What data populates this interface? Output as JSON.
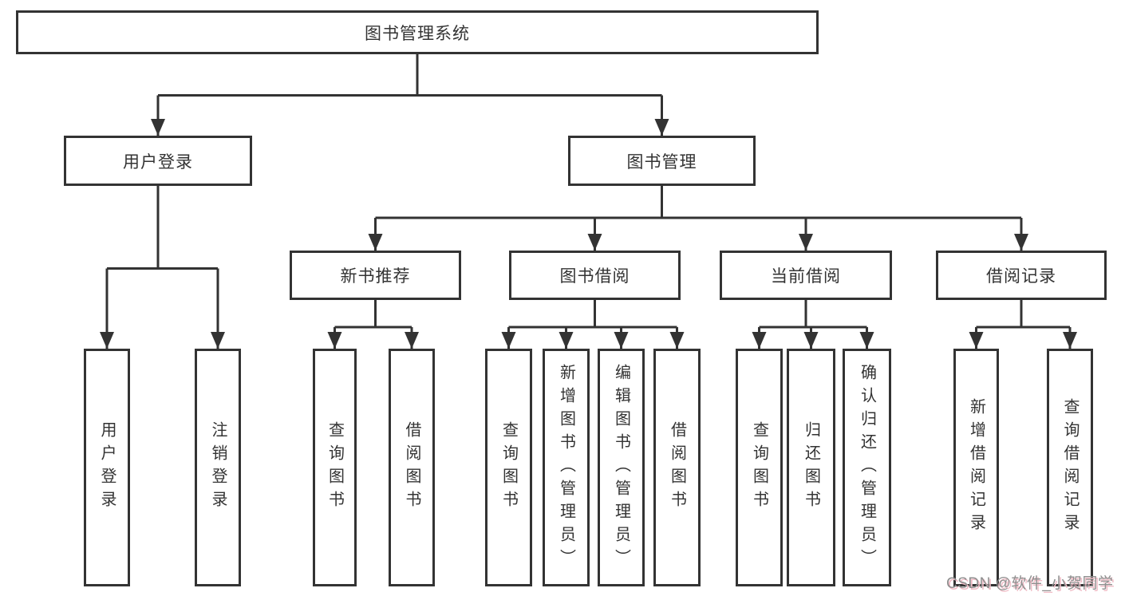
{
  "root": {
    "label": "图书管理系统"
  },
  "level2": [
    {
      "label": "用户登录"
    },
    {
      "label": "图书管理"
    }
  ],
  "level3": [
    {
      "label": "新书推荐",
      "parent": "图书管理"
    },
    {
      "label": "图书借阅",
      "parent": "图书管理"
    },
    {
      "label": "当前借阅",
      "parent": "图书管理"
    },
    {
      "label": "借阅记录",
      "parent": "图书管理"
    }
  ],
  "leaves": [
    {
      "label": "用户登录",
      "parent": "用户登录"
    },
    {
      "label": "注销登录",
      "parent": "用户登录"
    },
    {
      "label": "查询图书",
      "parent": "新书推荐"
    },
    {
      "label": "借阅图书",
      "parent": "新书推荐"
    },
    {
      "label": "查询图书",
      "parent": "图书借阅"
    },
    {
      "label": "新增图书（管理员）",
      "parent": "图书借阅"
    },
    {
      "label": "编辑图书（管理员）",
      "parent": "图书借阅"
    },
    {
      "label": "借阅图书",
      "parent": "图书借阅"
    },
    {
      "label": "查询图书",
      "parent": "当前借阅"
    },
    {
      "label": "归还图书",
      "parent": "当前借阅"
    },
    {
      "label": "确认归还（管理员）",
      "parent": "当前借阅"
    },
    {
      "label": "新增借阅记录",
      "parent": "借阅记录"
    },
    {
      "label": "查询借阅记录",
      "parent": "借阅记录"
    }
  ],
  "watermark": {
    "text": "CSDN @软件_小贺同学"
  },
  "colors": {
    "line": "#333333",
    "text": "#333333",
    "node_background": "#ffffff",
    "page_background": "#ffffff",
    "watermark_text": "#8f8f8f",
    "watermark_shadow": "#f0bcc6"
  }
}
